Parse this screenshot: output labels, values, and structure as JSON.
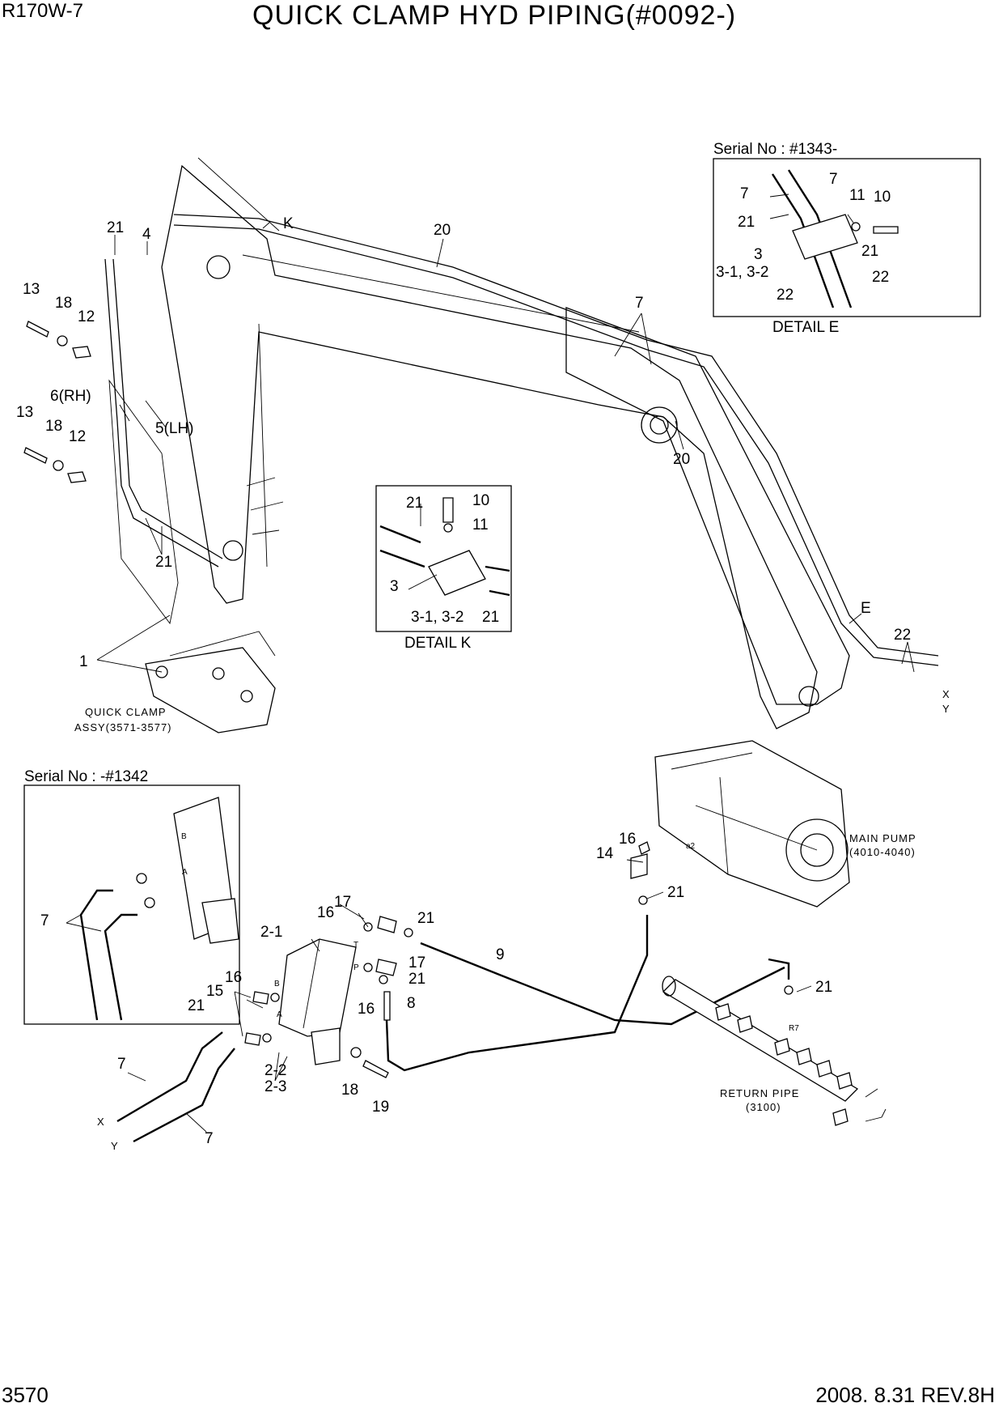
{
  "header": {
    "model": "R170W-7",
    "title": "QUICK CLAMP HYD PIPING(#0092-)"
  },
  "footer": {
    "page_number": "3570",
    "revision": "2008. 8.31  REV.8H"
  },
  "boxes": {
    "detail_e_serial": "Serial No : #1343-",
    "detail_e_caption": "DETAIL  E",
    "detail_k_caption": "DETAIL  K",
    "old_serial": "Serial No : -#1342"
  },
  "assemblies": {
    "quick_clamp_line1": "QUICK CLAMP",
    "quick_clamp_line2": "ASSY(3571-3577)",
    "main_pump_line1": "MAIN PUMP",
    "main_pump_line2": "(4010-4040)",
    "return_pipe_line1": "RETURN PIPE",
    "return_pipe_line2": "(3100)"
  },
  "callouts": {
    "main": {
      "p21_boom": "21",
      "p4": "4",
      "pK": "K",
      "p20_top": "20",
      "p7_arm": "7",
      "p13_a": "13",
      "p18_a": "18",
      "p12_a": "12",
      "p6rh": "6(RH)",
      "p5lh": "5(LH)",
      "p13_b": "13",
      "p18_b": "18",
      "p12_b": "12",
      "p21_hoses": "21",
      "p1": "1",
      "p20_arm": "20",
      "pE": "E",
      "p22": "22",
      "x_arm": "X",
      "y_arm": "Y"
    },
    "detail_e": {
      "p7a": "7",
      "p7b": "7",
      "p11": "11",
      "p10": "10",
      "p21a": "21",
      "p3": "3",
      "p21b": "21",
      "p31_32": "3-1, 3-2",
      "p22a": "22",
      "p22b": "22"
    },
    "detail_k": {
      "p21a": "21",
      "p10": "10",
      "p11": "11",
      "p3": "3",
      "p31_32": "3-1, 3-2",
      "p21b": "21"
    },
    "valve": {
      "p2_1": "2-1",
      "p16_top": "16",
      "p17_top": "17",
      "p21_top": "21",
      "p17_mid": "17",
      "p21_mid": "21",
      "p16_mid": "16",
      "p8": "8",
      "p9": "9",
      "p16_left": "16",
      "p15": "15",
      "p21_left": "21",
      "p2_2": "2-2",
      "p2_3": "2-3",
      "p18": "18",
      "p19": "19",
      "p7_upper": "7",
      "p7_lower": "7",
      "x_valve": "X",
      "y_valve": "Y",
      "port_t": "T",
      "port_p": "P",
      "port_b": "B",
      "port_a": "A"
    },
    "pump": {
      "p16": "16",
      "p14": "14",
      "p21_pump": "21",
      "p21_return": "21",
      "port_a2": "a2",
      "port_r7": "R7"
    },
    "old": {
      "p7": "7",
      "port_b": "B",
      "port_a": "A"
    }
  },
  "colors": {
    "ink": "#000000",
    "paper": "#ffffff"
  }
}
